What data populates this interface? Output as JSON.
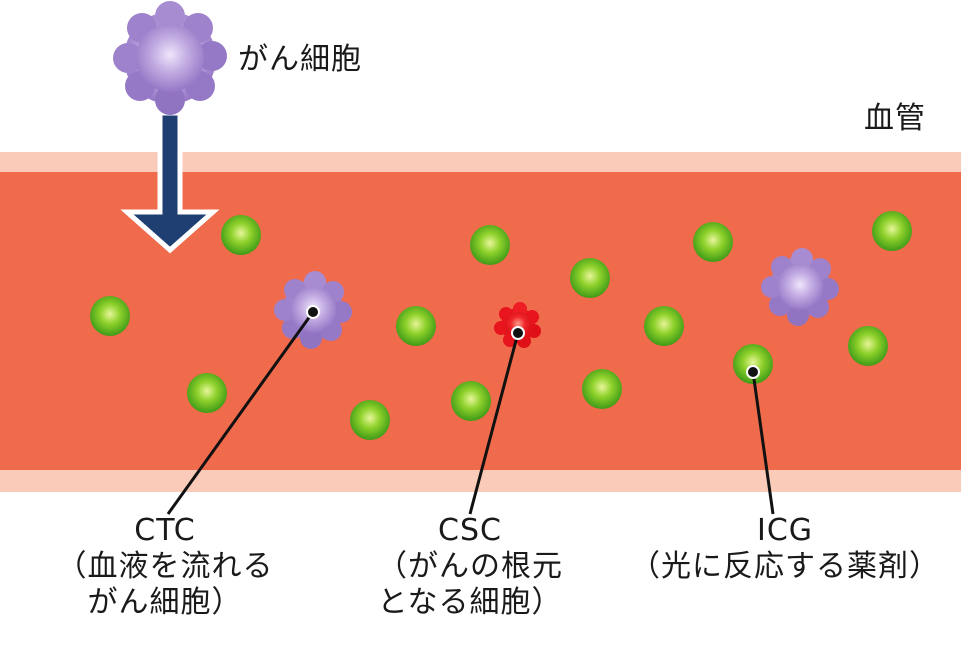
{
  "labels": {
    "cancer_cell": "がん細胞",
    "blood_vessel": "血管"
  },
  "captions": {
    "ctc": {
      "line1": "CTC",
      "line2": "（血液を流れる",
      "line3": "がん細胞）"
    },
    "csc": {
      "line1": "CSC",
      "line2": "（がんの根元",
      "line3": "となる細胞）"
    },
    "icg": {
      "line1": "ICG",
      "line2": "（光に反応する薬剤）"
    }
  },
  "colors": {
    "vessel_wall": "#f9cbb8",
    "blood": "#f06a4c",
    "arrow": "#1f3f72",
    "cancer_cell": "#a98ad0",
    "stem_cell": "#e8141e",
    "icg_particle": "#5fb81e",
    "leader_line": "#111111"
  },
  "icons": {
    "cancer_cell": "lumpy-purple-cell-icon",
    "stem_cell": "lumpy-red-cell-icon",
    "icg_particle": "green-sphere-icon",
    "arrow": "down-arrow-icon"
  }
}
